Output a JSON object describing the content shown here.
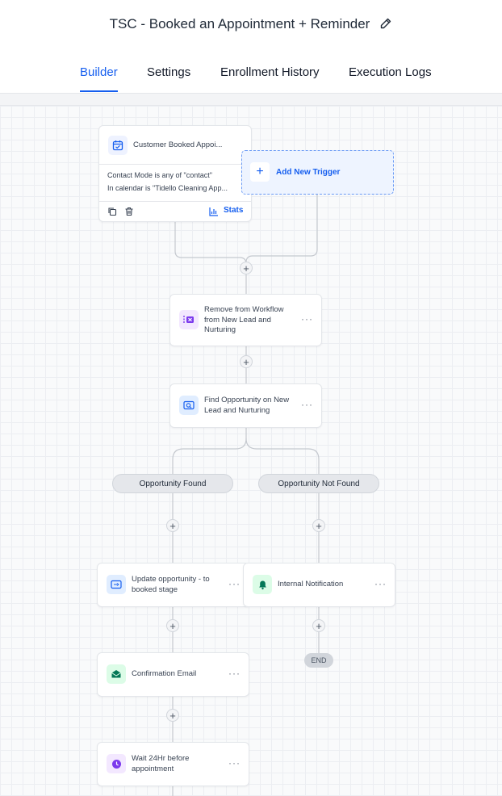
{
  "workflow": {
    "title": "TSC - Booked an Appointment + Reminder"
  },
  "tabs": [
    {
      "label": "Builder",
      "active": true
    },
    {
      "label": "Settings"
    },
    {
      "label": "Enrollment History"
    },
    {
      "label": "Execution Logs"
    }
  ],
  "trigger": {
    "title": "Customer Booked Appoi...",
    "filters": [
      "Contact Mode is any of \"contact\"",
      "In calendar is \"Tidello Cleaning App..."
    ],
    "stats_label": "Stats"
  },
  "add_trigger": {
    "label": "Add New Trigger"
  },
  "actions": {
    "remove_workflow": "Remove from Workflow from New Lead and Nurturing",
    "find_opportunity": "Find Opportunity on New Lead and Nurturing",
    "update_opportunity": "Update opportunity - to booked stage",
    "internal_notification": "Internal Notification",
    "confirmation_email": "Confirmation Email",
    "wait": "Wait 24Hr before appointment"
  },
  "branches": {
    "found": "Opportunity Found",
    "not_found": "Opportunity Not Found"
  },
  "end_label": "END",
  "menu_glyph": "···",
  "plus_glyph": "+",
  "colors": {
    "accent": "#155eef",
    "purple": "#7c3aed",
    "green": "#047857"
  }
}
